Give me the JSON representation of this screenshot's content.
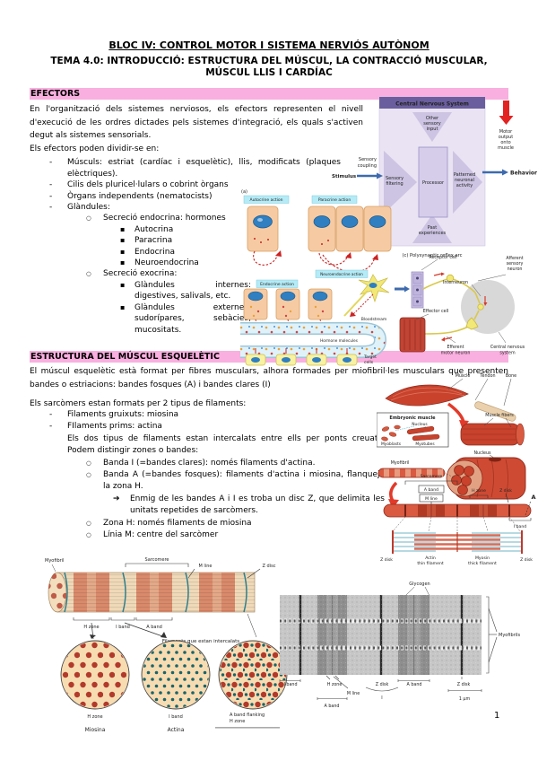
{
  "page": {
    "title": "BLOC IV: CONTROL MOTOR I SISTEMA NERVIÓS AUTÒNOM",
    "subtitle": "TEMA 4.0: INTRODUCCIÓ: ESTRUCTURA DEL MÚSCUL, LA CONTRACCIÓ MUSCULAR, MÚSCUL LLIS I CARDÍAC",
    "page_number": "1",
    "colors": {
      "highlight": "#f9afdf",
      "panel_purple": "#6b5e9e",
      "label_cyan": "#b5ebf6",
      "muscle_red": "#c8422c"
    }
  },
  "efectors": {
    "heading": "EFECTORS",
    "intro": "En l'organització dels sistemes nerviosos, els efectors representen el nivell d'execució de les ordres dictades pels sistemes d'integració, els quals s'activen degut als sistemes sensorials.",
    "divide_line": "Els efectors poden dividir-se en:",
    "muscles": "Músculs: estriat (cardíac i esquelètic), llis, modificats (plaques elèctriques).",
    "cilis": "Cilis dels pluricel·lulars o cobrint òrgans",
    "organs": "Òrgans independents (nematocists)",
    "glandules": "Glàndules:",
    "endocrina": "Secreció endocrina: hormones",
    "endo_items": [
      "Autocrina",
      "Paracrina",
      "Endocrina",
      "Neuroendocrina"
    ],
    "exocrina": "Secreció exocrina:",
    "exo_items": [
      "Glàndules internes: digestives, salivals, etc.",
      "Glàndules externes: sudorípares, sebàcies, mucositats."
    ]
  },
  "estructura": {
    "heading": "ESTRUCTURA DEL MÚSCUL ESQUELÈTIC",
    "intro": "El múscul esquelètic està format per fibres musculars, alhora formades per miofibril·les musculars que presenten bandes o estriacions: bandes fosques (A) i bandes clares (I)",
    "sarc_line": "Els sarcòmers estan formats per 2 tipus de filaments:",
    "fil_gruixuts": "Filaments gruixuts: miosina",
    "fil_prims": "FIlaments prims: actina",
    "fil_note": "Els dos tipus de filaments estan intercalats entre ells per ponts creuats. Podem distingir zones o bandes:",
    "banda_i": "Banda I (=bandes clares): només filaments d'actina.",
    "banda_a": "Banda A (=bandes fosques): filaments d'actina i miosina, flanqueja la zona H.",
    "disc_z": "Enmig de les bandes A i I es troba un disc Z, que delimita les unitats repetides de sarcòmers.",
    "zona_h": "Zona H: només filaments de miosina",
    "linia_m": "Línia M: centre del sarcòmer"
  },
  "fig_cns": {
    "header": "Central Nervous System",
    "other": [
      "Other",
      "sensory",
      "input"
    ],
    "filtering": [
      "Sensory",
      "filtering"
    ],
    "processor": "Processor",
    "patterned": [
      "Patterned",
      "neuronal",
      "activity"
    ],
    "past": [
      "Past",
      "experiences"
    ],
    "coupling": [
      "Sensory",
      "coupling"
    ],
    "stimulus": "Stimulus",
    "motor": [
      "Motor",
      "output",
      "onto",
      "muscle"
    ],
    "behavior": "Behavior",
    "caption": "(c) Polysynaptic reflex arc"
  },
  "fig_sig": {
    "panel": "(a)",
    "autocrine": "Autocrine action",
    "paracrine": "Paracrine action",
    "neuroendocrine": "Neuroendocrine action",
    "endocrine": "Endocrine action",
    "bloodstream": "Bloodstream",
    "hormones": "Hormone molecules",
    "target": [
      "Target",
      "cells"
    ]
  },
  "fig_reflex": {
    "receptor": "Receptor cell",
    "afferent": [
      "Afferent",
      "sensory",
      "neuron"
    ],
    "interneuron": "Interneuron",
    "effector": "Effector cell",
    "efferent": [
      "Efferent",
      "motor neuron"
    ],
    "cns": [
      "Central nervous",
      "system"
    ]
  },
  "fig_muscle": {
    "muscle": "Muscle",
    "tendon": "Tendon",
    "bone": "Bone",
    "embryonic": "Embryonic muscle",
    "nucleus_top": "Nucleus",
    "myoblasts": "Myoblasts",
    "myotubes": "Myotubes",
    "fibers": "Muscle fibers",
    "nucleus_mid": "Nucleus",
    "myofibril": "Myofibril",
    "sarcomere": "Sarcomere",
    "a_band": "A band",
    "m_line": "M line",
    "h_zone": "H zone",
    "z_disk_top": "Z disk",
    "a_letter": "A",
    "i_band": "I band",
    "z_disk_l": "Z disk",
    "actin": [
      "Actin",
      "thin filament"
    ],
    "myosin": [
      "Myosin",
      "thick filament"
    ],
    "z_disk_r": "Z disk"
  },
  "fig_myofibril": {
    "myofibril": "Myofibril",
    "sarcomere": "Sarcomere",
    "m_line": "M line",
    "z_disc": "Z disc",
    "h_zone": "H zone",
    "i_band": "I band",
    "a_band": "A band",
    "note": "Filaments que estan intercalats",
    "c1": "H zone",
    "c2": "I band",
    "c3": [
      "A band flanking",
      "H zone"
    ],
    "miosina": "Miosina",
    "actina": "Actina"
  },
  "fig_micro": {
    "glycogen": "Glycogen",
    "myofibrils": "Myofibrils",
    "i_band": "I band",
    "h_zone": "H zone",
    "m_line": "M line",
    "z_disk_mid": "Z disk",
    "i_letter": "I",
    "a_band_right": "A band",
    "z_disk_right": "Z disk",
    "a_band_bottom": "A band",
    "scale": "1 μm"
  }
}
